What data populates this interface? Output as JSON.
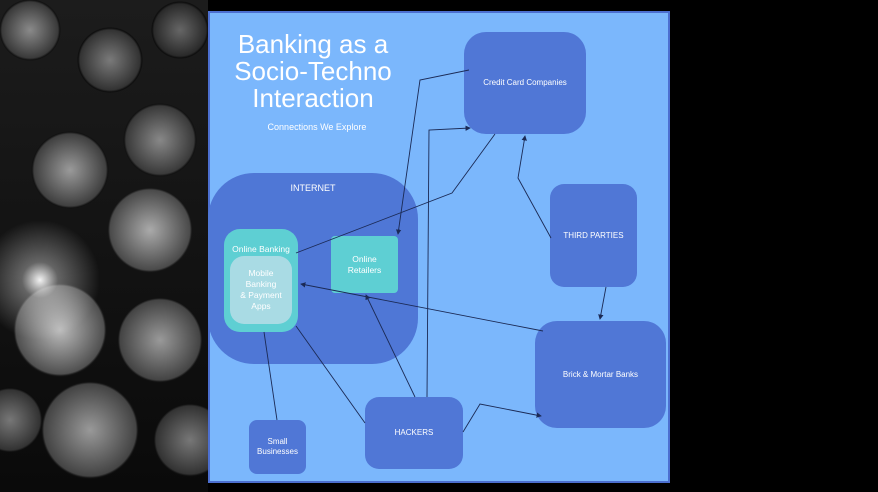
{
  "slide": {
    "title": "Banking as a\nSocio-Techno\nInteraction",
    "subtitle": "Connections We Explore"
  },
  "nodes": {
    "internet": "INTERNET",
    "online_banking": "Online Banking",
    "mobile_banking": "Mobile\nBanking\n& Payment\nApps",
    "online_retailers": "Online\nRetailers",
    "credit_card_companies": "Credit Card Companies",
    "third_parties": "THIRD PARTIES",
    "brick_mortar_banks": "Brick & Mortar Banks",
    "hackers": "HACKERS",
    "small_businesses": "Small\nBusinesses"
  },
  "colors": {
    "slide_bg": "#7bb7fc",
    "node_dark": "#5077d6",
    "node_teal": "#5ecfd3",
    "node_light": "#a9dbe4",
    "text": "#ffffff"
  }
}
